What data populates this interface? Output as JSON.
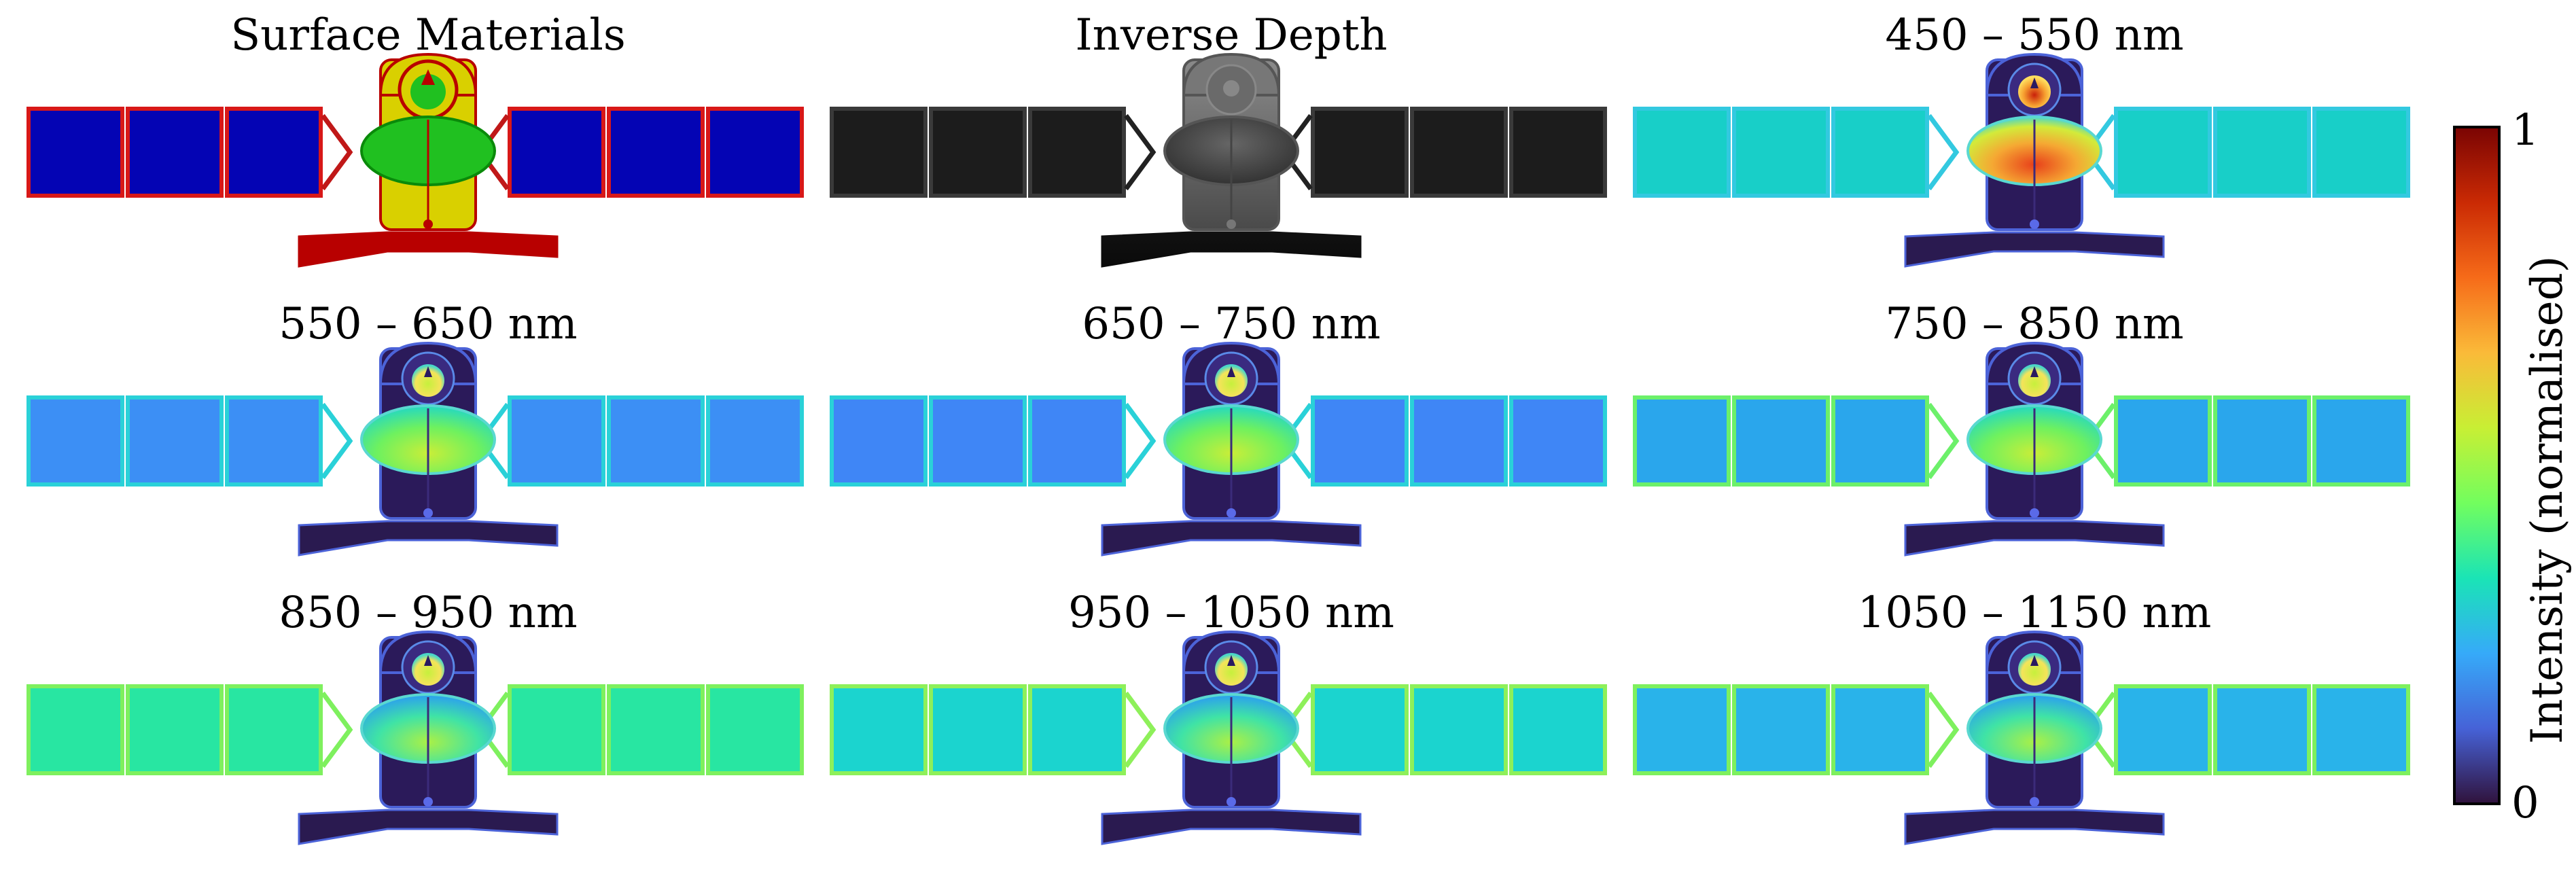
{
  "panels": [
    {
      "title": "Surface Materials",
      "kind": "materials"
    },
    {
      "title": "Inverse Depth",
      "kind": "depth"
    },
    {
      "title": "450 – 550 nm",
      "kind": "spectral",
      "panel_color": "#18cfc8",
      "frame_color": "#33c9e0",
      "dish_style": "hot",
      "level": 0.52
    },
    {
      "title": "550 – 650 nm",
      "kind": "spectral",
      "panel_color": "#3c8ff5",
      "frame_color": "#2ad1d8",
      "dish_style": "warm",
      "level": 0.3
    },
    {
      "title": "650 – 750 nm",
      "kind": "spectral",
      "panel_color": "#3f86f6",
      "frame_color": "#2ad1d8",
      "dish_style": "warm",
      "level": 0.28
    },
    {
      "title": "750 – 850 nm",
      "kind": "spectral",
      "panel_color": "#2aa6ec",
      "frame_color": "#6cf06a",
      "dish_style": "warm",
      "level": 0.36
    },
    {
      "title": "850 – 950 nm",
      "kind": "spectral",
      "panel_color": "#28e6a2",
      "frame_color": "#7ef05e",
      "dish_style": "cool",
      "level": 0.62
    },
    {
      "title": "950 – 1050 nm",
      "kind": "spectral",
      "panel_color": "#1bd4cf",
      "frame_color": "#8ef05a",
      "dish_style": "cool",
      "level": 0.55
    },
    {
      "title": "1050 – 1150 nm",
      "kind": "spectral",
      "panel_color": "#29b3ea",
      "frame_color": "#7ef05e",
      "dish_style": "cool",
      "level": 0.4
    }
  ],
  "colorbar": {
    "label": "Intensity (normalised)",
    "tick_max": "1",
    "tick_min": "0",
    "colormap": "turbo",
    "colormap_stops": [
      "#30123b",
      "#4662d7",
      "#36aaf9",
      "#1ae4b6",
      "#72fe5e",
      "#c8ef34",
      "#faba39",
      "#f66b19",
      "#ca2a04",
      "#7a0403"
    ]
  },
  "materials_colors": {
    "panel": "#0404b4",
    "panel_frame": "#d81818",
    "body": "#d9d000",
    "dish": "#20c020",
    "boom": "#b80000",
    "strut": "#c01818"
  }
}
